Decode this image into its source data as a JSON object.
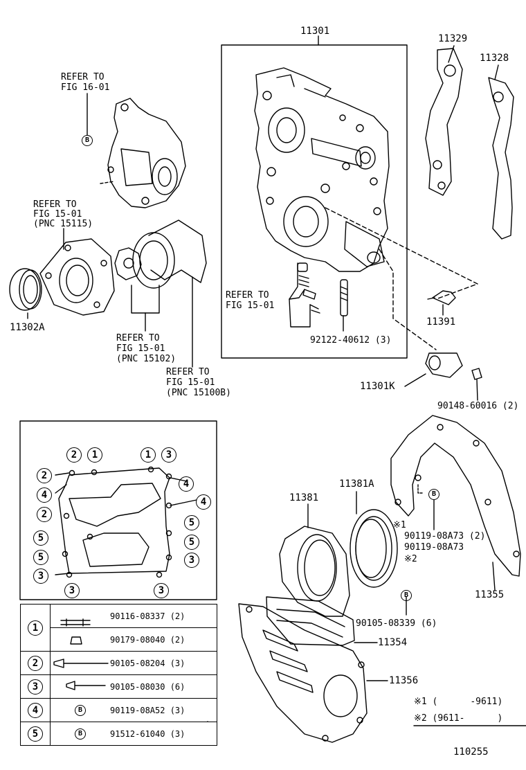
{
  "labels": {
    "p11301": "11301",
    "p11329": "11329",
    "p11328": "11328",
    "refer_16_01_a": "REFER TO",
    "refer_16_01_b": "FIG 16-01",
    "refer_15115_a": "REFER TO",
    "refer_15115_b": "FIG 15-01",
    "refer_15115_c": "(PNC 15115)",
    "p11302A": "11302A",
    "refer_15102_a": "REFER TO",
    "refer_15102_b": "FIG 15-01",
    "refer_15102_c": "(PNC 15102)",
    "refer_15100B_a": "REFER TO",
    "refer_15100B_b": "FIG 15-01",
    "refer_15100B_c": "(PNC 15100B)",
    "refer_box_a": "REFER TO",
    "refer_box_b": "FIG 15-01",
    "p92122": "92122-40612 (3)",
    "p11391": "11391",
    "p11301K": "11301K",
    "p90148": "90148-60016 (2)",
    "p11381": "11381",
    "p11381A": "11381A",
    "p90119_2": "90119-08A73 (2)",
    "p90119": "90119-08A73",
    "mark1": "※1",
    "mark2": "※2",
    "p90105_6": "90105-08339 (6)",
    "p11355": "11355",
    "p11354": "11354",
    "p11356": "11356",
    "note1": "※1 (      -9611)",
    "note2": "※2 (9611-      )",
    "fig_number": "110255",
    "b_mark": "B"
  },
  "bolt_map": {
    "callouts": [
      "2",
      "1",
      "1",
      "3",
      "2",
      "4",
      "4",
      "4",
      "2",
      "5",
      "5",
      "5",
      "5",
      "3",
      "3",
      "3",
      "3",
      "3"
    ]
  },
  "legend": [
    {
      "key": "1",
      "part": "90116-08337 (2)"
    },
    {
      "key": "",
      "part": "90179-08040 (2)"
    },
    {
      "key": "2",
      "part": "90105-08204 (3)"
    },
    {
      "key": "3",
      "part": "90105-08030 (6)"
    },
    {
      "key": "4",
      "part": "90119-08A52 (3)",
      "symbol": "B"
    },
    {
      "key": "5",
      "part": "91512-61040 (3)",
      "symbol": "B"
    }
  ]
}
